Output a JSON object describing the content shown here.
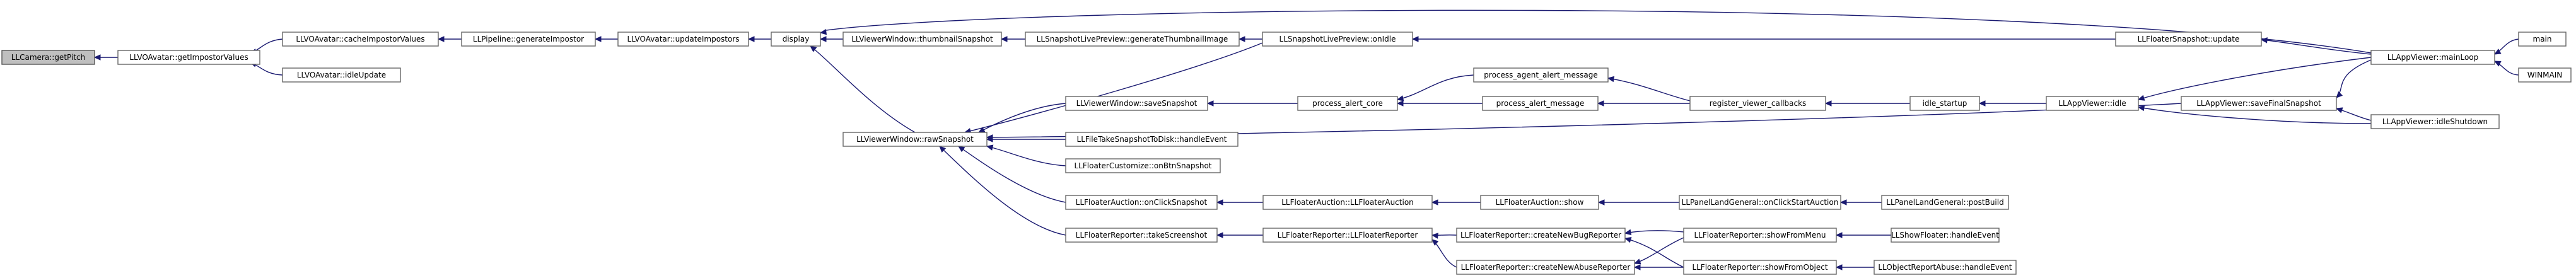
{
  "colors": {
    "edge": "#191970",
    "box_border": "#666666",
    "root_fill": "#bfbfbf",
    "background": "#ffffff"
  },
  "nodes": {
    "n0": "LLCamera::getPitch",
    "n1": "LLVOAvatar::getImpostorValues",
    "n2": "LLVOAvatar::cacheImpostorValues",
    "n3": "LLVOAvatar::idleUpdate",
    "n4": "LLPipeline::generateImpostor",
    "n5": "LLVOAvatar::updateImpostors",
    "n6": "display",
    "n7": "LLViewerWindow::thumbnailSnapshot",
    "n8": "LLViewerWindow::rawSnapshot",
    "n9": "LLSnapshotLivePreview::generateThumbnailImage",
    "n10": "LLSnapshotLivePreview::onIdle",
    "n11": "LLFloaterSnapshot::update",
    "n12": "LLAppViewer::mainLoop",
    "n13": "main",
    "n14": "WINMAIN",
    "n15": "LLViewerWindow::saveSnapshot",
    "n16": "LLFileTakeSnapshotToDisk::handleEvent",
    "n17": "LLFloaterCustomize::onBtnSnapshot",
    "n18": "LLFloaterAuction::onClickSnapshot",
    "n19": "LLFloaterReporter::takeScreenshot",
    "n20": "process_alert_core",
    "n21": "process_agent_alert_message",
    "n22": "process_alert_message",
    "n23": "register_viewer_callbacks",
    "n24": "idle_startup",
    "n25": "LLAppViewer::idle",
    "n26": "LLAppViewer::saveFinalSnapshot",
    "n27": "LLAppViewer::idleShutdown",
    "n28": "LLFloaterAuction::LLFloaterAuction",
    "n29": "LLFloaterAuction::show",
    "n30": "LLPanelLandGeneral::onClickStartAuction",
    "n31": "LLPanelLandGeneral::postBuild",
    "n32": "LLFloaterReporter::LLFloaterReporter",
    "n33": "LLFloaterReporter::createNewBugReporter",
    "n34": "LLFloaterReporter::createNewAbuseReporter",
    "n35": "LLFloaterReporter::showFromMenu",
    "n36": "LLFloaterReporter::showFromObject",
    "n37": "LLShowFloater::handleEvent",
    "n38": "LLObjectReportAbuse::handleEvent"
  }
}
